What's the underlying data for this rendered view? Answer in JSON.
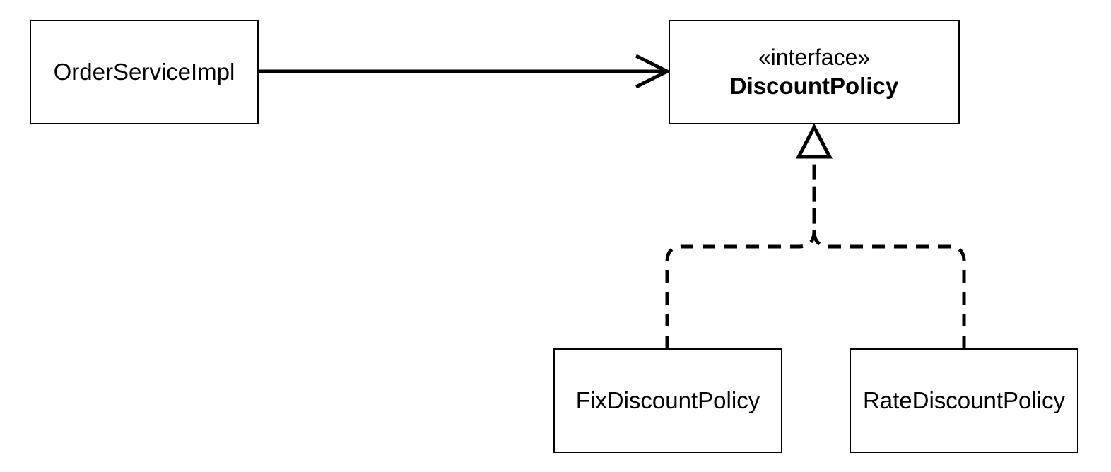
{
  "nodes": {
    "order_service_impl": {
      "label": "OrderServiceImpl"
    },
    "discount_policy": {
      "stereotype": "«interface»",
      "label": "DiscountPolicy"
    },
    "fix_discount_policy": {
      "label": "FixDiscountPolicy"
    },
    "rate_discount_policy": {
      "label": "RateDiscountPolicy"
    }
  },
  "edges": [
    {
      "from": "OrderServiceImpl",
      "to": "DiscountPolicy",
      "kind": "association",
      "line": "solid",
      "arrowhead": "open"
    },
    {
      "from": "FixDiscountPolicy",
      "to": "DiscountPolicy",
      "kind": "realization",
      "line": "dashed",
      "arrowhead": "hollow-triangle"
    },
    {
      "from": "RateDiscountPolicy",
      "to": "DiscountPolicy",
      "kind": "realization",
      "line": "dashed",
      "arrowhead": "hollow-triangle"
    }
  ],
  "colors": {
    "stroke": "#000000",
    "background": "#ffffff"
  }
}
